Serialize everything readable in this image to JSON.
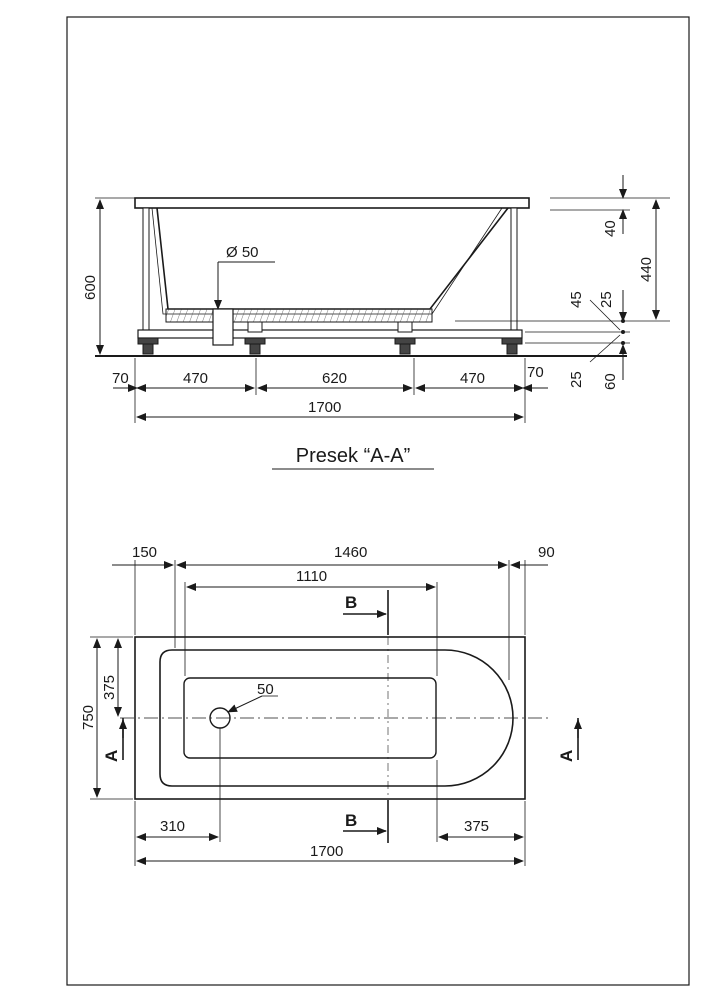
{
  "side_view": {
    "dims": {
      "height_total": "600",
      "drain_diameter": "Ø 50",
      "rim_thickness": "40",
      "depth": "440",
      "a45": "45",
      "a25_top": "25",
      "a25_bottom": "25",
      "a60": "60",
      "seg_70_left": "70",
      "seg_470_left": "470",
      "seg_620": "620",
      "seg_470_right": "470",
      "seg_70_right": "70",
      "length_total": "1700"
    }
  },
  "section_title": "Presek “A-A”",
  "top_view": {
    "dims": {
      "left_margin": "150",
      "inner_length": "1460",
      "right_margin": "90",
      "flat_length": "1110",
      "total_width": "750",
      "half_width": "375",
      "drain": "50",
      "drain_offset": "310",
      "right_offset": "375",
      "length_total": "1700"
    },
    "section_marks": {
      "a_left": "A",
      "a_right": "A",
      "b_top": "B",
      "b_bottom": "B"
    }
  }
}
